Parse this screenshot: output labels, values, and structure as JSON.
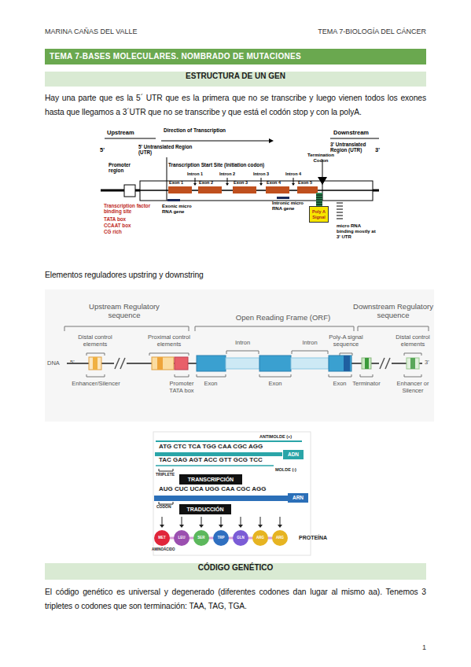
{
  "diagram": {
    "title": "TEMA 7-BASES MOLECULARES. NOMBRADO DE MUTACIONES",
    "nodes": [
      {
        "text": [
          "ESTRUCTURA DE UN GEN"
        ]
      },
      {
        "text": [
          "Poly A Signal"
        ]
      },
      {
        "text": [
          "ADN"
        ]
      },
      {
        "text": [
          "TRANSCRIPCIÓN"
        ]
      },
      {
        "text": [
          "ARN"
        ]
      },
      {
        "text": [
          "TRADUCCIÓN"
        ]
      },
      {
        "text": [
          "MET"
        ]
      },
      {
        "text": [
          "LEU"
        ]
      },
      {
        "text": [
          "SER"
        ]
      },
      {
        "text": [
          "TRP"
        ]
      },
      {
        "text": [
          "GLN"
        ]
      },
      {
        "text": [
          "ARG"
        ]
      },
      {
        "text": [
          "ARG"
        ]
      },
      {
        "text": [
          "CÓDIGO GENÉTICO"
        ]
      }
    ],
    "labels": [
      "MARINA CAÑAS DEL VALLE",
      "TEMA 7-BIOLOGÍA DEL CÁNCER",
      "Hay una parte que es la 5´ UTR que es la primera que no se transcribe y luego vienen todos los exones hasta que llegamos a 3´UTR que no se transcribe y que está el codón stop y con la polyA.",
      "Upstream",
      "Direction of Transcription",
      "Downstream",
      "5'",
      "5' Untranslated Region (UTR)",
      "3' Untranslated Region (UTR)",
      "3'",
      "Termination Codon",
      "Promoter region",
      "Transcription Start Site (Initiation codon)",
      "Intron 1",
      "Intron 2",
      "Intron 3",
      "Intron 4",
      "Exon 1",
      "Exon 2",
      "Exon 3",
      "Exon 4",
      "Exon 5",
      "Transcription factor binding site",
      "TATA box",
      "CCAAT box",
      "CG rich",
      "Exonic micro RNA gene",
      "Intronic micro RNA gene",
      "micro RNA binding mostly at 3' UTR",
      "Elementos reguladores upstring y downstring",
      "Upstream Regulatory sequence",
      "Open Reading Frame (ORF)",
      "Downstream Regulatory sequence",
      "Distal control elements",
      "Proximal control elements",
      "Intron",
      "Intron",
      "Poly-A signal sequence",
      "Distal control elements",
      "DNA",
      "5'",
      "3'",
      "Enhancer/Silencer",
      "Promoter TATA box",
      "Exon",
      "Exon",
      "Exon",
      "Terminator",
      "Enhancer or Silencer",
      "ANTIMOLDE (+)",
      "ATG CTC TCA TGG CAA CGC AGG",
      "TAC GAG AGT ACC GTT GCG TCC",
      "MOLDE (-)",
      "TRIPLETE",
      "AUG CUC UCA UGG CAA CGC AGG",
      "CODÓN",
      "PROTEÍNA",
      "AMINOÁCIDO",
      "El código genético es universal y degenerado (diferentes codones dan lugar al mismo aa). Tenemos 3 tripletes o codones que son terminación: TAA, TAG, TGA.",
      "1"
    ]
  }
}
